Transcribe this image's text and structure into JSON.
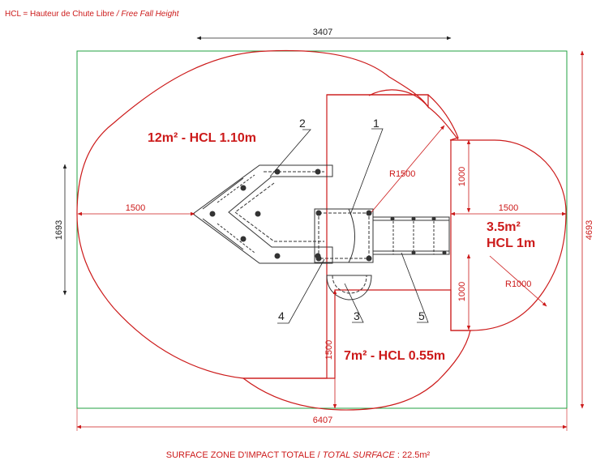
{
  "header": {
    "definition": "HCL = Hauteur de Chute Libre",
    "separator": "/",
    "definition_en": "Free Fall Height"
  },
  "dimensions": {
    "top_width": "3407",
    "total_width": "6407",
    "total_height": "4693",
    "left_height": "1693",
    "left_radius": "1500",
    "right_radius": "1500",
    "bottom_radius": "1500",
    "upper_offset": "1000",
    "lower_offset": "1000",
    "arc_radius_top": "R1500",
    "arc_radius_right": "R1000"
  },
  "zones": {
    "left": "12m² - HCL 1.10m",
    "right_area": "3.5m²",
    "right_hcl": "HCL 1m",
    "bottom": "7m² - HCL 0.55m"
  },
  "callouts": [
    "1",
    "2",
    "3",
    "4",
    "5"
  ],
  "footer": {
    "label": "SURFACE ZONE D'IMPACT TOTALE / ",
    "label_en": "TOTAL SURFACE",
    "value": ": 22.5m²"
  },
  "colors": {
    "impact_line": "#cc1a1a",
    "frame_line": "#22a040",
    "equipment": "#333333"
  }
}
